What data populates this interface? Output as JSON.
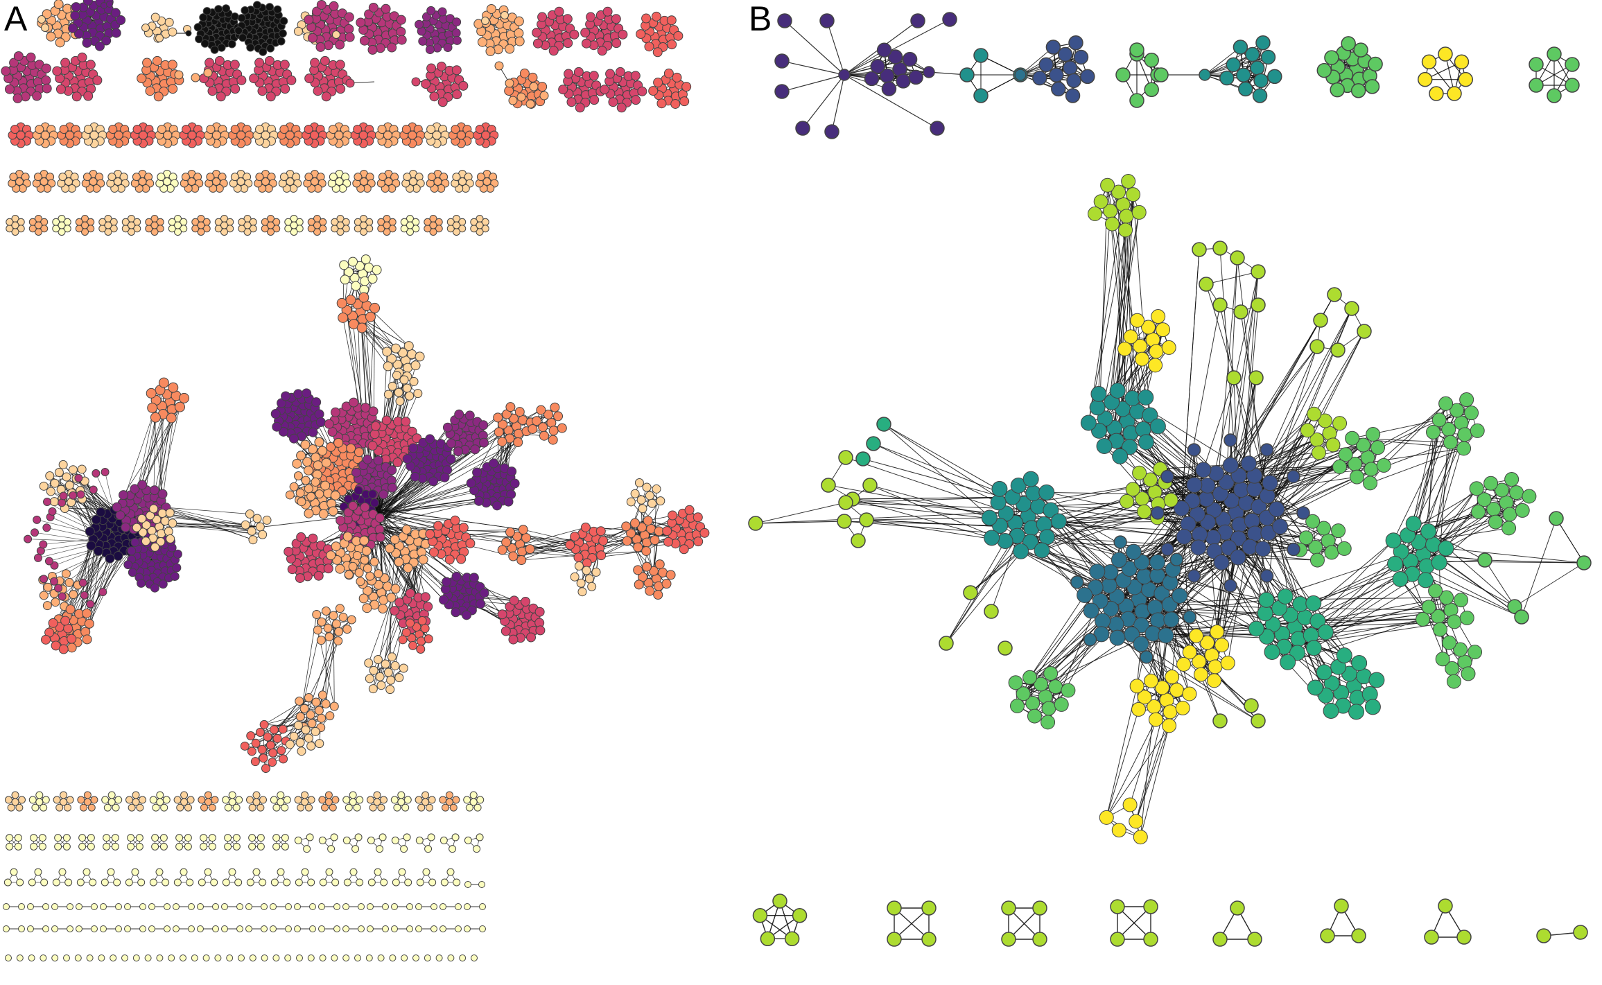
{
  "figure": {
    "panels": [
      {
        "id": "A",
        "label": "A"
      },
      {
        "id": "B",
        "label": "B"
      }
    ]
  },
  "colors": {
    "panel_a_palette": [
      "#1b0c41",
      "#4a0c6b",
      "#6b1d81",
      "#8c2981",
      "#b63679",
      "#d6456c",
      "#f1605d",
      "#f88a5f",
      "#feaf77",
      "#fdd49e",
      "#fcfdbf"
    ],
    "panel_b_palette": [
      "#472d7b",
      "#3b528b",
      "#2c728e",
      "#21918c",
      "#28ae80",
      "#5ec962",
      "#addc30",
      "#fde725"
    ],
    "edge": "#111111",
    "node_stroke": "#444444"
  }
}
